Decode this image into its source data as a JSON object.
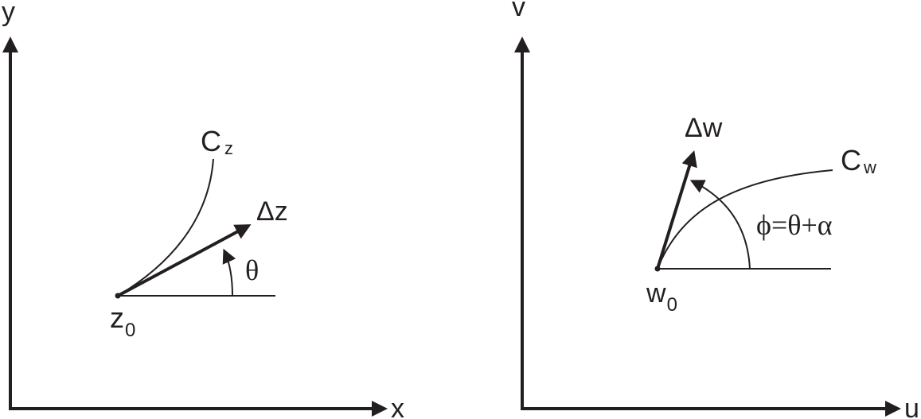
{
  "left_panel": {
    "y_axis_label": "y",
    "x_axis_label": "x",
    "curve_label": {
      "main": "C",
      "sub": "z"
    },
    "vector_label": "Δz",
    "angle_label": "θ",
    "point_label": {
      "main": "z",
      "sub": "0"
    }
  },
  "right_panel": {
    "y_axis_label": "v",
    "x_axis_label": "u",
    "curve_label": {
      "main": "C",
      "sub": "w"
    },
    "vector_label": "Δw",
    "angle_label": "ϕ=θ+α",
    "point_label": {
      "main": "w",
      "sub": "0"
    }
  },
  "colors": {
    "ink": "#231f20",
    "background": "#ffffff"
  }
}
